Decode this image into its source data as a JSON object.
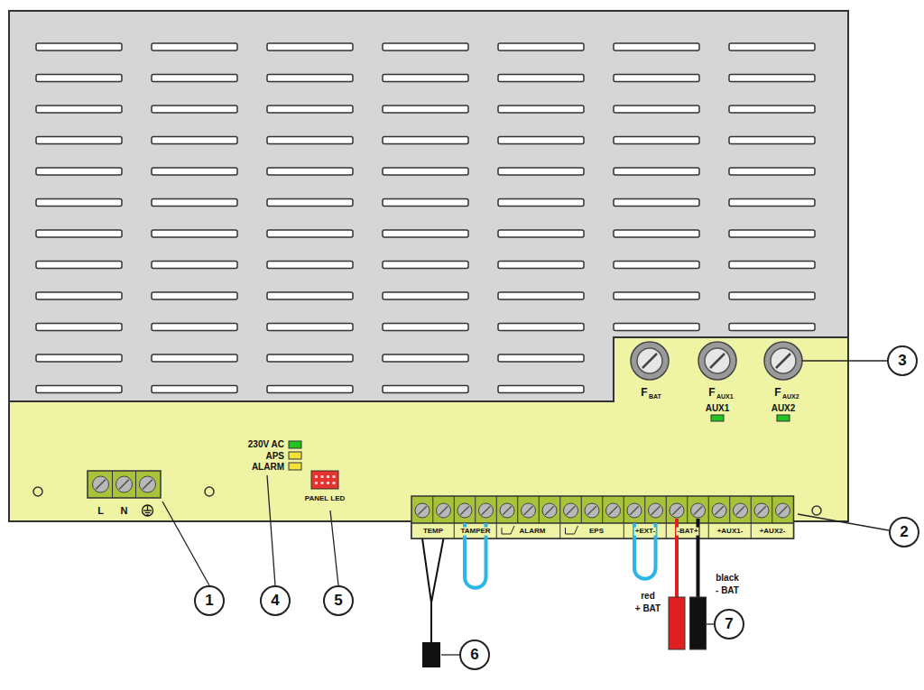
{
  "diagram": {
    "nodes": [
      {
        "text": [
          "1"
        ]
      },
      {
        "text": [
          "2"
        ]
      },
      {
        "text": [
          "3"
        ]
      },
      {
        "text": [
          "4"
        ]
      },
      {
        "text": [
          "5"
        ]
      },
      {
        "text": [
          "6"
        ]
      },
      {
        "text": [
          "7"
        ]
      }
    ],
    "labels": [
      "L",
      "N",
      "230V AC",
      "APS",
      "ALARM",
      "PANEL LED",
      "F",
      "BAT",
      "F",
      "AUX1",
      "F",
      "AUX2",
      "AUX1",
      "AUX2",
      "TEMP",
      "TAMPER",
      "ALARM",
      "EPS",
      "+EXT-",
      "-BAT+",
      "+AUX1-",
      "+AUX2-",
      "red",
      "+ BAT",
      "black",
      "- BAT"
    ]
  }
}
